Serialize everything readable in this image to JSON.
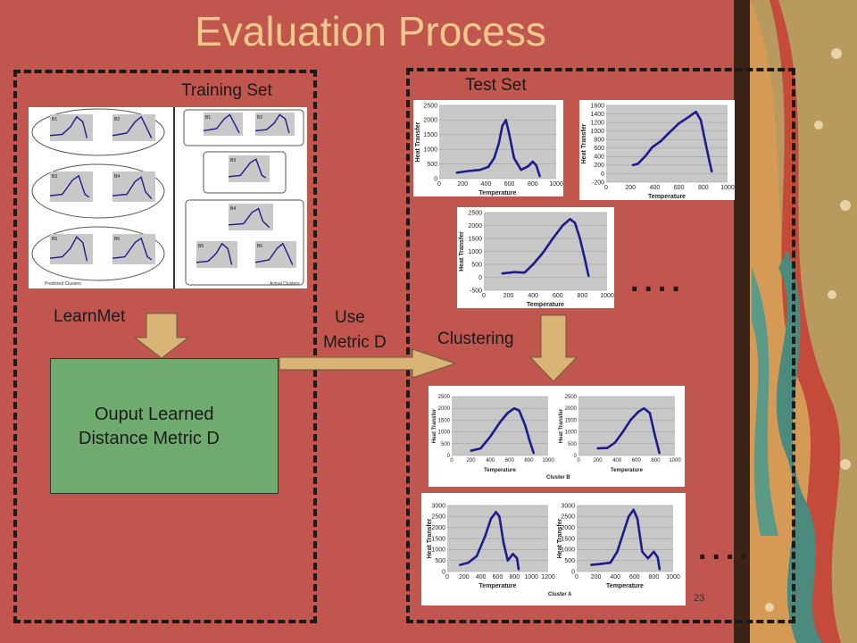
{
  "slide": {
    "title": "Evaluation Process",
    "page_number": "23"
  },
  "labels": {
    "training_set": "Training Set",
    "test_set": "Test Set",
    "learnmet": "LearnMet",
    "use_metric_line1": "Use",
    "use_metric_line2": "Metric D",
    "clustering": "Clustering",
    "output_line1": "Ouput Learned",
    "output_line2": "Distance Metric D",
    "dots": "...."
  },
  "training_figure": {
    "predicted_caption": "Predicted Clusters",
    "actual_caption": "Actual Clusters",
    "predicted_tags": [
      "B1",
      "B2",
      "B3",
      "B4",
      "B5",
      "B6"
    ],
    "actual_tags": [
      "B1",
      "B2",
      "B3",
      "B4",
      "B5",
      "B6"
    ]
  },
  "axis": {
    "x_title": "Temperature",
    "y_title": "Heat Transfer"
  },
  "cluster_captions": {
    "b": "Cluster B",
    "a": "Cluster A"
  },
  "colors": {
    "background": "#c0564e",
    "title": "#f2c98a",
    "output_box": "#6faa6f",
    "arrow": "#d8b477",
    "curve": "#1c1c8c",
    "plot_area": "#c8c8c8"
  },
  "chart_data": [
    {
      "id": "test1",
      "type": "line",
      "xticks": [
        "0",
        "200",
        "400",
        "600",
        "800",
        "1000"
      ],
      "yticks": [
        "0",
        "500",
        "1000",
        "1500",
        "2000",
        "2500"
      ],
      "xlim": [
        0,
        1000
      ],
      "ylim": [
        0,
        2500
      ],
      "x": [
        150,
        250,
        350,
        420,
        470,
        510,
        540,
        570,
        600,
        640,
        700,
        760,
        800,
        830,
        860
      ],
      "y": [
        200,
        260,
        300,
        400,
        700,
        1200,
        1800,
        2000,
        1500,
        700,
        300,
        420,
        580,
        450,
        80
      ]
    },
    {
      "id": "test2",
      "type": "line",
      "xticks": [
        "0",
        "200",
        "400",
        "600",
        "800",
        "1000"
      ],
      "yticks": [
        "-200",
        "0",
        "200",
        "400",
        "600",
        "800",
        "1000",
        "1200",
        "1400",
        "1600"
      ],
      "xlim": [
        0,
        1000
      ],
      "ylim": [
        -200,
        1600
      ],
      "x": [
        220,
        260,
        320,
        380,
        450,
        520,
        600,
        680,
        740,
        780,
        820,
        850,
        870
      ],
      "y": [
        200,
        230,
        400,
        620,
        760,
        960,
        1180,
        1330,
        1450,
        1250,
        700,
        300,
        50
      ]
    },
    {
      "id": "test3",
      "type": "line",
      "xticks": [
        "0",
        "200",
        "400",
        "600",
        "800",
        "1000"
      ],
      "yticks": [
        "-500",
        "0",
        "500",
        "1000",
        "1500",
        "2000",
        "2500"
      ],
      "xlim": [
        0,
        1000
      ],
      "ylim": [
        -500,
        2500
      ],
      "x": [
        150,
        250,
        330,
        400,
        480,
        560,
        640,
        700,
        740,
        780,
        820,
        850
      ],
      "y": [
        150,
        200,
        180,
        500,
        950,
        1500,
        2000,
        2250,
        2100,
        1500,
        700,
        50
      ]
    },
    {
      "id": "clusterB1",
      "type": "line",
      "xticks": [
        "0",
        "200",
        "400",
        "600",
        "800",
        "1000"
      ],
      "yticks": [
        "0",
        "500",
        "1000",
        "1500",
        "2000",
        "2500"
      ],
      "xlim": [
        0,
        1000
      ],
      "ylim": [
        0,
        2500
      ],
      "x": [
        200,
        300,
        400,
        500,
        580,
        650,
        700,
        760,
        810,
        850
      ],
      "y": [
        200,
        300,
        800,
        1400,
        1800,
        2000,
        1900,
        1300,
        600,
        100
      ]
    },
    {
      "id": "clusterB2",
      "type": "line",
      "xticks": [
        "0",
        "200",
        "400",
        "600",
        "800",
        "1000"
      ],
      "yticks": [
        "0",
        "500",
        "1000",
        "1500",
        "2000",
        "2500"
      ],
      "xlim": [
        0,
        1000
      ],
      "ylim": [
        0,
        2500
      ],
      "x": [
        200,
        300,
        380,
        460,
        540,
        620,
        680,
        740,
        790,
        840
      ],
      "y": [
        300,
        320,
        550,
        1000,
        1500,
        1850,
        2000,
        1800,
        900,
        100
      ]
    },
    {
      "id": "clusterA1",
      "type": "line",
      "xticks": [
        "0",
        "200",
        "400",
        "600",
        "800",
        "1000",
        "1200"
      ],
      "yticks": [
        "0",
        "500",
        "1000",
        "1500",
        "2000",
        "2500",
        "3000"
      ],
      "xlim": [
        0,
        1200
      ],
      "ylim": [
        0,
        3000
      ],
      "x": [
        150,
        250,
        350,
        450,
        520,
        580,
        620,
        670,
        720,
        780,
        830,
        850
      ],
      "y": [
        300,
        400,
        700,
        1600,
        2400,
        2700,
        2500,
        1300,
        500,
        800,
        600,
        100
      ]
    },
    {
      "id": "clusterA2",
      "type": "line",
      "xticks": [
        "0",
        "200",
        "400",
        "600",
        "800",
        "1000"
      ],
      "yticks": [
        "0",
        "500",
        "1000",
        "1500",
        "2000",
        "2500",
        "3000"
      ],
      "xlim": [
        0,
        1000
      ],
      "ylim": [
        0,
        3000
      ],
      "x": [
        150,
        250,
        350,
        420,
        480,
        540,
        590,
        630,
        680,
        740,
        800,
        840,
        860
      ],
      "y": [
        300,
        350,
        400,
        900,
        1700,
        2500,
        2800,
        2400,
        900,
        600,
        900,
        650,
        100
      ]
    }
  ]
}
